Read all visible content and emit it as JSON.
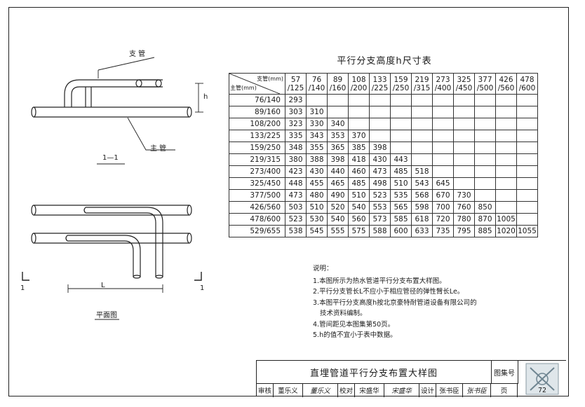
{
  "table": {
    "title": "平行分支高度h尺寸表",
    "corner_top": "支管(mm)",
    "corner_bottom": "主管(mm)",
    "columns": [
      "57\n/125",
      "76\n/140",
      "89\n/160",
      "108\n/200",
      "133\n/225",
      "159\n/250",
      "219\n/315",
      "273\n/400",
      "325\n/450",
      "377\n/500",
      "426\n/560",
      "478\n/600"
    ],
    "rows": [
      {
        "main": "76/140",
        "values": [
          "293"
        ]
      },
      {
        "main": "89/160",
        "values": [
          "303",
          "310"
        ]
      },
      {
        "main": "108/200",
        "values": [
          "323",
          "330",
          "340"
        ]
      },
      {
        "main": "133/225",
        "values": [
          "335",
          "343",
          "353",
          "370"
        ]
      },
      {
        "main": "159/250",
        "values": [
          "348",
          "355",
          "365",
          "385",
          "398"
        ]
      },
      {
        "main": "219/315",
        "values": [
          "380",
          "388",
          "398",
          "418",
          "430",
          "443"
        ]
      },
      {
        "main": "273/400",
        "values": [
          "423",
          "430",
          "440",
          "460",
          "473",
          "485",
          "518"
        ]
      },
      {
        "main": "325/450",
        "values": [
          "448",
          "455",
          "465",
          "485",
          "498",
          "510",
          "543",
          "645"
        ]
      },
      {
        "main": "377/500",
        "values": [
          "473",
          "480",
          "490",
          "510",
          "523",
          "535",
          "568",
          "670",
          "730"
        ]
      },
      {
        "main": "426/560",
        "values": [
          "503",
          "510",
          "520",
          "540",
          "553",
          "565",
          "598",
          "700",
          "760",
          "850"
        ]
      },
      {
        "main": "478/600",
        "values": [
          "523",
          "530",
          "540",
          "560",
          "573",
          "585",
          "618",
          "720",
          "780",
          "870",
          "1005"
        ]
      },
      {
        "main": "529/655",
        "values": [
          "538",
          "545",
          "555",
          "575",
          "588",
          "600",
          "633",
          "735",
          "795",
          "885",
          "1020",
          "1055"
        ]
      }
    ]
  },
  "section": {
    "branch_label": "支 管",
    "main_label": "主 管",
    "h_label": "h",
    "title": "1—1"
  },
  "plan": {
    "title": "平面图",
    "L_label": "L",
    "cut_left": "1",
    "cut_right": "1"
  },
  "notes": {
    "heading": "说明：",
    "items": [
      "1.本图所示为热水管道平行分支布置大样图。",
      "2.平行分支管长L不应小于相应管径的弹性臂长Le。",
      "3.本图平行分支高度h按北京豪特耐管道设备有限公司的",
      "技术资料编制。",
      "4.管间距见本图集第50页。",
      "5.h的值不宜小于表中数据。"
    ]
  },
  "titleblock": {
    "drawing_title": "直埋管道平行分支布置大样图",
    "atlas_label": "图集号",
    "review_label": "审核",
    "review_name": "董乐义",
    "review_sig": "董乐义",
    "check_label": "校对",
    "check_name": "宋盛华",
    "check_sig": "宋盛华",
    "design_label": "设计",
    "design_name": "张书臣",
    "design_sig": "张书臣",
    "page_label": "页",
    "page_no": "72"
  }
}
